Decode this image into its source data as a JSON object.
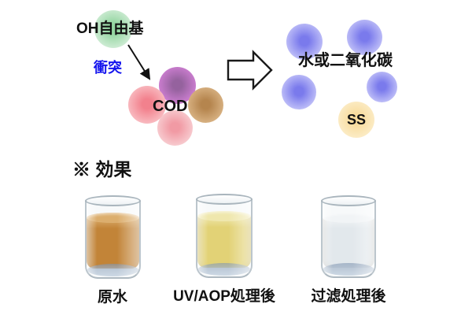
{
  "diagram": {
    "oh_radical": {
      "label": "OH自由基",
      "center_color": "#93d5a0",
      "edge_color": "#e6f5e9"
    },
    "collision": {
      "label": "衝突",
      "color": "#1414ee"
    },
    "cod": {
      "label": "COD",
      "circles": {
        "pink": {
          "center_color": "#f2818d",
          "edge_color": "#fbd3d6"
        },
        "magenta": {
          "center_color": "#95629e",
          "edge_color": "#e48ae6"
        },
        "tan": {
          "center_color": "#b5854e",
          "edge_color": "#e6c498"
        },
        "light_pink": {
          "center_color": "#f19aa4",
          "edge_color": "#fadfe1"
        }
      }
    },
    "products": {
      "label": "水或二氧化碳",
      "center_color": "#7a7aec",
      "edge_color": "#dadafc"
    },
    "ss": {
      "label": "SS",
      "center_color": "#f8dc9d",
      "edge_color": "#fdf2d6"
    }
  },
  "effect": {
    "heading": "※ 効果",
    "glasses": [
      {
        "label": "原水",
        "surface_color": "#dcae6d",
        "liquid_color": "#c28438"
      },
      {
        "label": "UV/AOP処理後",
        "surface_color": "#efe7ad",
        "liquid_color": "#e2d276"
      },
      {
        "label": "过滤処理後",
        "surface_color": "#f1f4f6",
        "liquid_color": "#e2e8ec"
      }
    ]
  }
}
